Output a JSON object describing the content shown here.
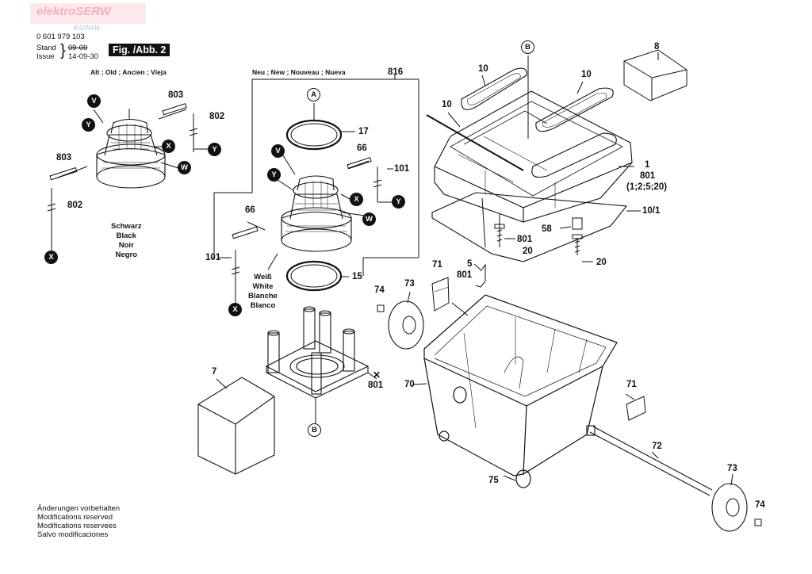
{
  "watermark": {
    "brand": "elektroSERW",
    "city": "KONIN"
  },
  "header": {
    "part_number": "0 601 979 103",
    "stand_label": "Stand",
    "issue_label": "Issue",
    "old_date": "09-09",
    "new_date": "14-09-30",
    "figure_label": "Fig. /Abb. 2"
  },
  "columns": {
    "old": "Alt ; Old ; Ancien ; Vieja",
    "new": "Neu ; New ; Nouveau ; Nueva"
  },
  "wire_colors": {
    "black": [
      "Schwarz",
      "Black",
      "Noir",
      "Negro"
    ],
    "white": [
      "Weiß",
      "White",
      "Blanche",
      "Blanco"
    ]
  },
  "footer": [
    "Änderungen vorbehalten",
    "Modifications reserved",
    "Modifications reservees",
    "Salvo modificaciones"
  ],
  "callouts": {
    "n816": "816",
    "n803a": "803",
    "n802a": "802",
    "n803b": "803",
    "n802b": "802",
    "n17": "17",
    "n66a": "66",
    "n101a": "101",
    "n66b": "66",
    "n101b": "101",
    "n15": "15",
    "n7": "7",
    "n801a": "801",
    "n10a": "10",
    "n10b": "10",
    "n10c": "10",
    "n8": "8",
    "n1": "1",
    "n801b": "801",
    "n1variants": "(1;2;5;20)",
    "n10_1": "10/1",
    "n58": "58",
    "n801c": "801",
    "n20a": "20",
    "n20b": "20",
    "n5": "5",
    "n71a": "71",
    "n801d": "801",
    "n74a": "74",
    "n73a": "73",
    "n70": "70",
    "n71b": "71",
    "n72": "72",
    "n73b": "73",
    "n74b": "74",
    "n75": "75"
  },
  "markers": {
    "V": "V",
    "Y": "Y",
    "X": "X",
    "W": "W",
    "A": "A",
    "B": "B"
  }
}
